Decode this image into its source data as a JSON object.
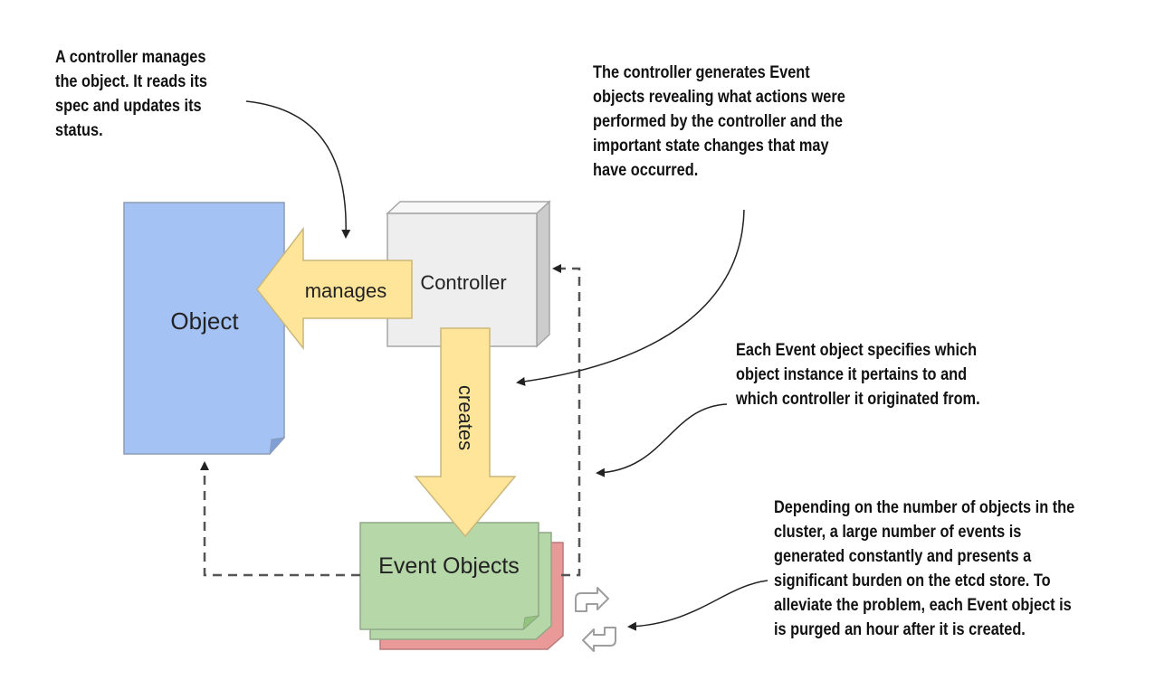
{
  "shapes": {
    "object_label": "Object",
    "controller_label": "Controller",
    "event_objects_label": "Event Objects"
  },
  "arrows": {
    "manages_label": "manages",
    "creates_label": "creates"
  },
  "annotations": {
    "controller_note": "A controller manages\nthe object. It reads its\nspec and updates its\nstatus.",
    "events_generated_note": "The controller generates Event\nobjects revealing what actions were\nperformed by the controller and the\nimportant state changes that may\nhave occurred.",
    "event_reference_note": "Each Event object specifies which\nobject instance it pertains to and\nwhich controller it originated from.",
    "purge_note": "Depending on the number of objects in the\ncluster, a large number of events is\ngenerated constantly and presents a\nsignificant burden on the etcd store. To\nalleviate the problem, each Event object is\nis purged an hour after it is created."
  },
  "colors": {
    "object_fill": "#a4c2f4",
    "controller_fill": "#eeeeee",
    "event_fill": "#b6d7a8",
    "event_back_fill": "#ea9999",
    "arrow_fill": "#ffe599"
  },
  "icons": {
    "recycle": "refresh-cycle-icon"
  }
}
